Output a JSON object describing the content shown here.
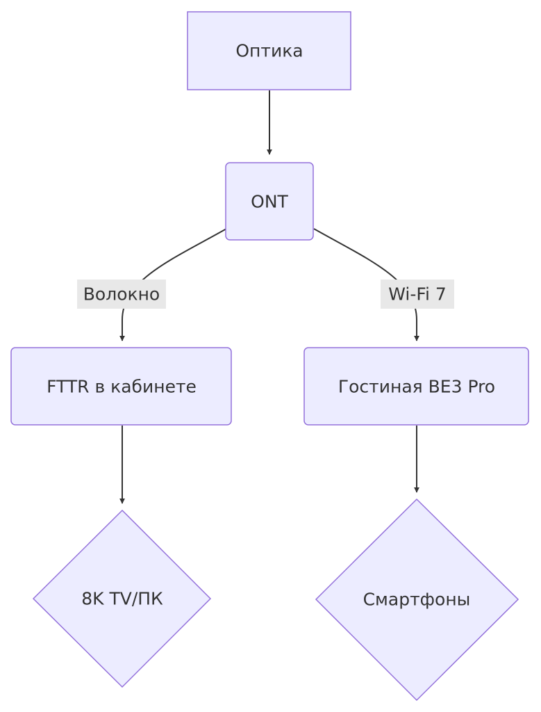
{
  "nodes": {
    "optika": "Оптика",
    "ont": "ONT",
    "fttr": "FTTR в кабинете",
    "living": "Гостиная BE3 Pro",
    "tv": "8K TV/ПК",
    "phones": "Смартфоны"
  },
  "edges": {
    "fiber": "Волокно",
    "wifi": "Wi-Fi 7"
  },
  "colors": {
    "node_fill": "#ECECFF",
    "node_stroke": "#9370DB",
    "edge": "#333333",
    "label_bg": "#e8e8e8",
    "text": "#333333"
  }
}
